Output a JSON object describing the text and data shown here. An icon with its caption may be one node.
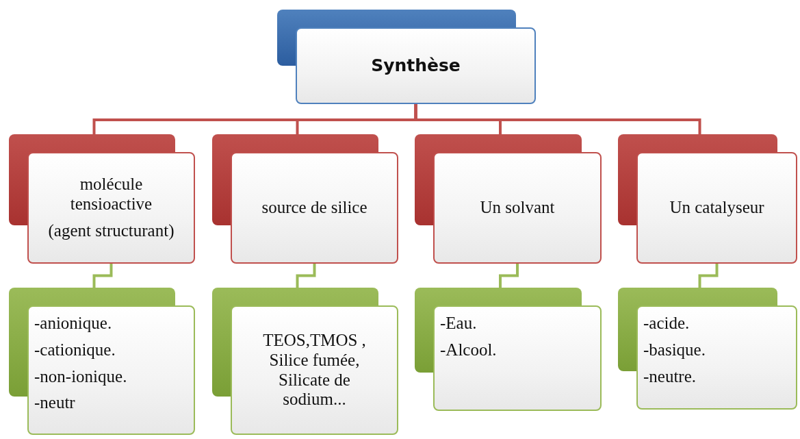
{
  "diagram": {
    "nodes": [
      {
        "text": [
          "Synthèse"
        ]
      },
      {
        "text": [
          "molécule tensioactive",
          "(agent structurant)"
        ]
      },
      {
        "text": [
          "source de silice"
        ]
      },
      {
        "text": [
          "Un solvant"
        ]
      },
      {
        "text": [
          "Un catalyseur"
        ]
      },
      {
        "text": [
          "-anionique.",
          "-cationique.",
          "-non-ionique.",
          "-neutr"
        ]
      },
      {
        "text": [
          "TEOS,TMOS , Silice fumée, Silicate de sodium..."
        ]
      },
      {
        "text": [
          "-Eau.",
          "-Alcool."
        ]
      },
      {
        "text": [
          "-acide.",
          "-basique.",
          "-neutre."
        ]
      }
    ],
    "edges": [
      {
        "from": 0,
        "to": 1,
        "arrow": "none",
        "color": "#c0504d"
      },
      {
        "from": 0,
        "to": 2,
        "arrow": "none",
        "color": "#c0504d"
      },
      {
        "from": 0,
        "to": 3,
        "arrow": "none",
        "color": "#c0504d"
      },
      {
        "from": 0,
        "to": 4,
        "arrow": "none",
        "color": "#c0504d"
      },
      {
        "from": 1,
        "to": 5,
        "arrow": "none",
        "color": "#9bbb59"
      },
      {
        "from": 2,
        "to": 6,
        "arrow": "none",
        "color": "#9bbb59"
      },
      {
        "from": 3,
        "to": 7,
        "arrow": "none",
        "color": "#9bbb59"
      },
      {
        "from": 4,
        "to": 8,
        "arrow": "none",
        "color": "#9bbb59"
      }
    ]
  }
}
